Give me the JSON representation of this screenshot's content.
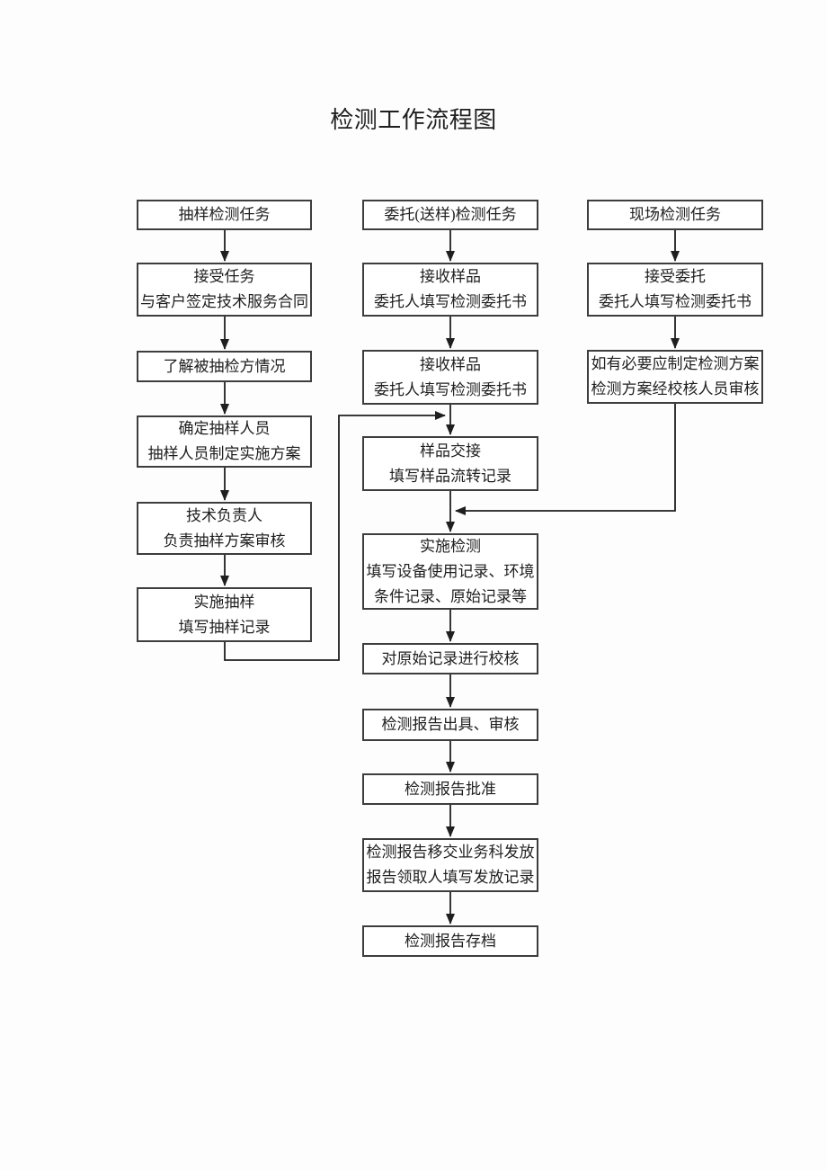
{
  "title": "检测工作流程图",
  "colors": {
    "ink": "#1f1f1f",
    "box_border": "#3d3d3d",
    "background": "#fdfdfd"
  },
  "columns": {
    "col1": [
      {
        "lines": [
          "抽样检测任务"
        ]
      },
      {
        "lines": [
          "接受任务",
          "与客户签定技术服务合同"
        ]
      },
      {
        "lines": [
          "了解被抽检方情况"
        ]
      },
      {
        "lines": [
          "确定抽样人员",
          "抽样人员制定实施方案"
        ]
      },
      {
        "lines": [
          "技术负责人",
          "负责抽样方案审核"
        ]
      },
      {
        "lines": [
          "实施抽样",
          "填写抽样记录"
        ]
      }
    ],
    "col2": [
      {
        "lines": [
          "委托(送样)检测任务"
        ]
      },
      {
        "lines": [
          "接收样品",
          "委托人填写检测委托书"
        ]
      },
      {
        "lines": [
          "接收样品",
          "委托人填写检测委托书"
        ]
      },
      {
        "lines": [
          "样品交接",
          "填写样品流转记录"
        ]
      },
      {
        "lines": [
          "实施检测",
          "填写设备使用记录、环境",
          "条件记录、原始记录等"
        ]
      },
      {
        "lines": [
          "对原始记录进行校核"
        ]
      },
      {
        "lines": [
          "检测报告出具、审核"
        ]
      },
      {
        "lines": [
          "检测报告批准"
        ]
      },
      {
        "lines": [
          "检测报告移交业务科发放",
          "报告领取人填写发放记录"
        ]
      },
      {
        "lines": [
          "检测报告存档"
        ]
      }
    ],
    "col3": [
      {
        "lines": [
          "现场检测任务"
        ]
      },
      {
        "lines": [
          "接受委托",
          "委托人填写检测委托书"
        ]
      },
      {
        "lines": [
          "如有必要应制定检测方案",
          "检测方案经校核人员审核"
        ]
      }
    ]
  }
}
